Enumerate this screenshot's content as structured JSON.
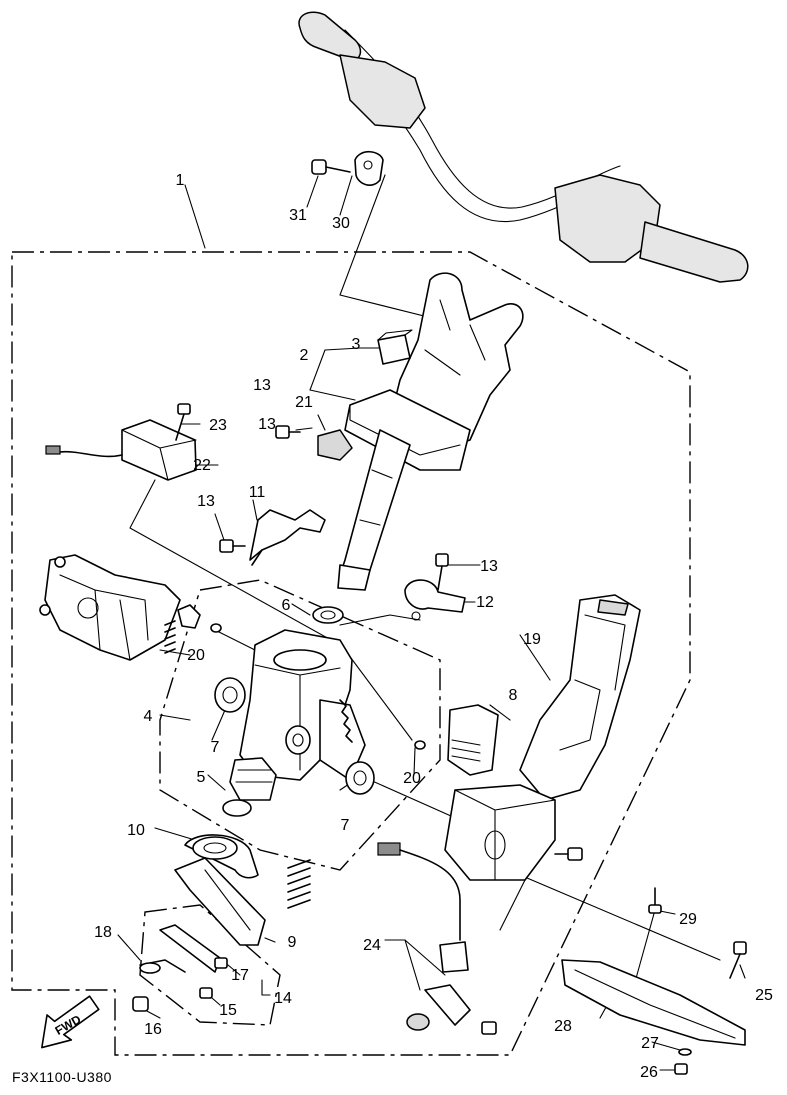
{
  "diagram": {
    "figure_code": "F3X1100-U380",
    "direction_label": "FWD",
    "callouts": [
      "1",
      "2",
      "3",
      "4",
      "5",
      "6",
      "7",
      "7",
      "8",
      "9",
      "10",
      "11",
      "12",
      "13",
      "13",
      "13",
      "13",
      "14",
      "15",
      "16",
      "17",
      "18",
      "19",
      "20",
      "20",
      "21",
      "22",
      "23",
      "24",
      "25",
      "26",
      "27",
      "28",
      "29",
      "30",
      "31"
    ]
  }
}
